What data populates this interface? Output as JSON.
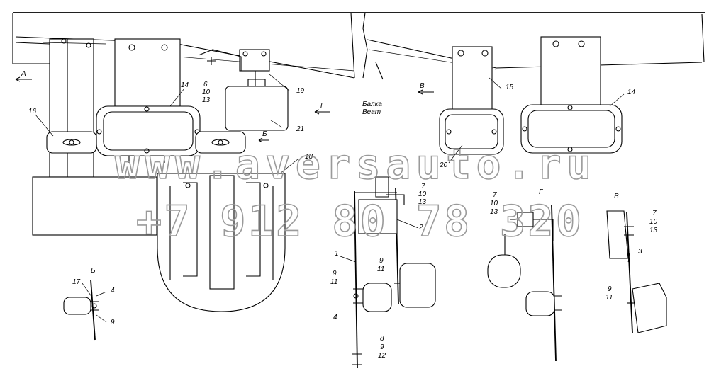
{
  "labels": {
    "view_a": "А",
    "view_b": "Б",
    "view_v": "В",
    "view_g": "Г",
    "beam_ru": "Балка",
    "beam_en": "Beam",
    "n1": "1",
    "n2": "2",
    "n3": "3",
    "n4": "4",
    "n6": "6",
    "n7": "7",
    "n8": "8",
    "n9": "9",
    "n10": "10",
    "n11": "11",
    "n12": "12",
    "n13": "13",
    "n14": "14",
    "n15": "15",
    "n16": "16",
    "n17": "17",
    "n18": "18",
    "n19": "19",
    "n20": "20",
    "n21": "21"
  },
  "watermark": {
    "site": "www.aversauto.ru",
    "phone": "+7 912 80 78 320"
  }
}
